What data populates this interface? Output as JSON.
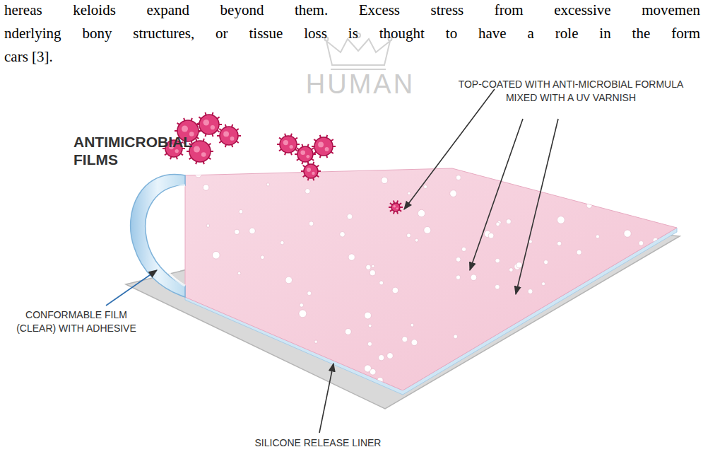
{
  "diagram": {
    "title": "ANTIMICROBIAL FILMS",
    "labels": [
      "hereas keloids expand beyond them. Excess stress from excessive movemen",
      "nderlying bony structures, or tissue loss is thought to have a role in the form",
      "cars [3].",
      "HUMAN",
      "TOP-COATED WITH ANTI-MICROBIAL FORMULA MIXED WITH A UV VARNISH",
      "CONFORMABLE FILM (CLEAR) WITH ADHESIVE",
      "SILICONE RELEASE LINER"
    ]
  }
}
